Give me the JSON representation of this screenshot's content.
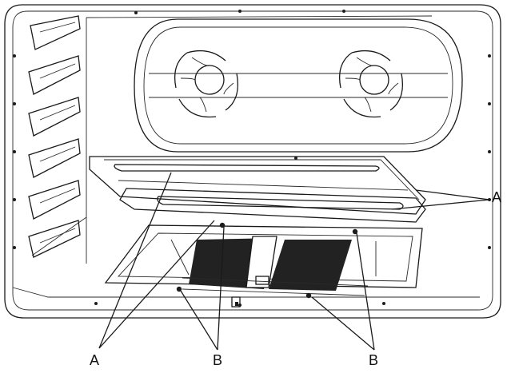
{
  "diagram": {
    "callouts": [
      {
        "id": "a-right",
        "letter": "A"
      },
      {
        "id": "a-bottom",
        "letter": "A"
      },
      {
        "id": "b-center",
        "letter": "B"
      },
      {
        "id": "b-right",
        "letter": "B"
      }
    ],
    "colors": {
      "line": "#1a1a1a",
      "background": "#ffffff",
      "mesh": "#222222"
    }
  }
}
